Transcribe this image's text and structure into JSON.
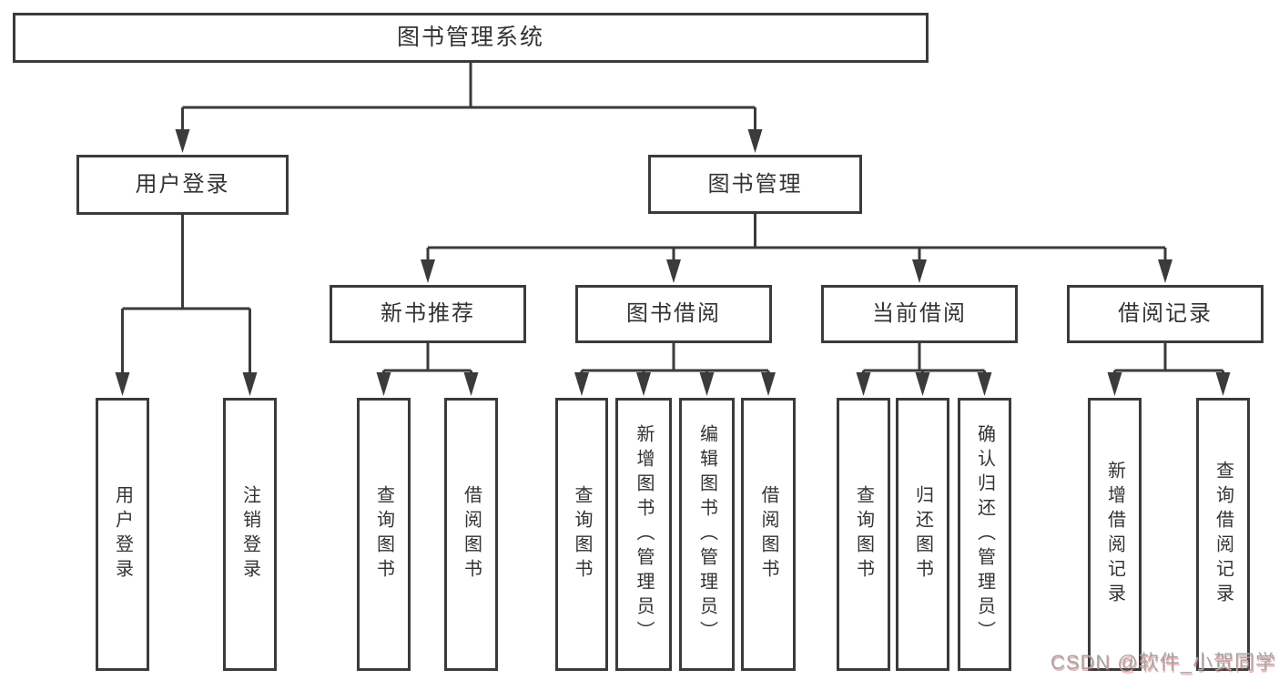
{
  "colors": {
    "line": "#3b3b3b",
    "text": "#333333",
    "box_background": "#ffffff",
    "page_background": "#ffffff",
    "watermark_gray": "#a5a5a5",
    "watermark_red_fringe": "#d9534f"
  },
  "tree": {
    "root": {
      "label": "图书管理系统"
    },
    "branches": [
      {
        "label": "用户登录",
        "children": [
          {
            "label": "用户登录"
          },
          {
            "label": "注销登录"
          }
        ]
      },
      {
        "label": "图书管理",
        "children": [
          {
            "label": "新书推荐",
            "children": [
              {
                "label": "查询图书"
              },
              {
                "label": "借阅图书"
              }
            ]
          },
          {
            "label": "图书借阅",
            "children": [
              {
                "label": "查询图书"
              },
              {
                "label": "新增图书（管理员）"
              },
              {
                "label": "编辑图书（管理员）"
              },
              {
                "label": "借阅图书"
              }
            ]
          },
          {
            "label": "当前借阅",
            "children": [
              {
                "label": "查询图书"
              },
              {
                "label": "归还图书"
              },
              {
                "label": "确认归还（管理员）"
              }
            ]
          },
          {
            "label": "借阅记录",
            "children": [
              {
                "label": "新增借阅记录"
              },
              {
                "label": "查询借阅记录"
              }
            ]
          }
        ]
      }
    ]
  },
  "watermark": {
    "text": "CSDN @软件_小贺同学"
  }
}
